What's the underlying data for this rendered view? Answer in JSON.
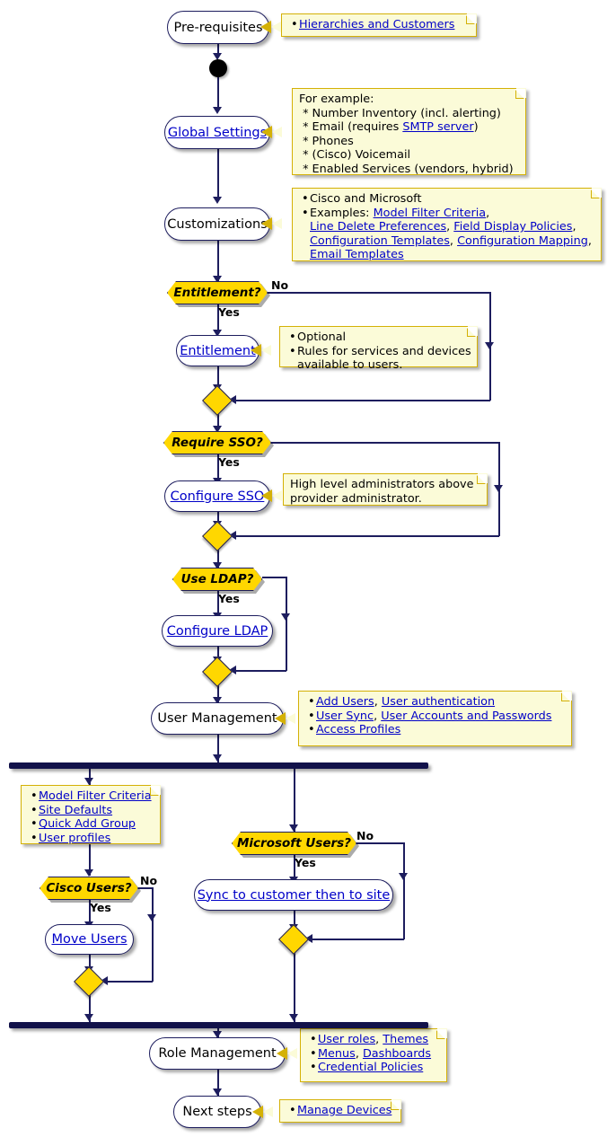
{
  "diagram": {
    "title": "Provider / Customer onboarding activity flow",
    "colors": {
      "line": "#1d1d5e",
      "decision_fill": "#ffd700",
      "note_fill": "#fbfbd8",
      "note_border": "#d4b106",
      "link_text": "#0000c8",
      "bar_fill": "#12124a",
      "node_fill": "#ffffff"
    }
  },
  "nodes": {
    "pre_requisites": "Pre-requisites",
    "global_settings": "Global Settings",
    "customizations": "Customizations",
    "entitlement": "Entitlement",
    "configure_sso": "Configure SSO",
    "configure_ldap": "Configure LDAP",
    "user_management": "User Management",
    "move_users": "Move Users",
    "sync_to_customer": "Sync to customer then to site",
    "role_management": "Role Management",
    "next_steps": "Next steps"
  },
  "decisions": {
    "entitlement_q": "Entitlement?",
    "require_sso_q": "Require SSO?",
    "use_ldap_q": "Use LDAP?",
    "cisco_users_q": "Cisco Users?",
    "microsoft_users_q": "Microsoft Users?"
  },
  "edge_labels": {
    "entitlement_no": "No",
    "entitlement_yes": "Yes",
    "sso_yes": "Yes",
    "ldap_yes": "Yes",
    "cisco_no": "No",
    "cisco_yes": "Yes",
    "microsoft_no": "No",
    "microsoft_yes": "Yes"
  },
  "notes": {
    "pre_requisites": {
      "items": [
        [
          {
            "t": "Hierarchies and Customers",
            "link": true
          }
        ]
      ]
    },
    "global_settings": {
      "lines": [
        [
          {
            "t": "For example:",
            "link": false
          }
        ],
        [
          {
            "t": " * Number Inventory (incl. alerting)",
            "link": false
          }
        ],
        [
          {
            "t": " * Email (requires ",
            "link": false
          },
          {
            "t": "SMTP server",
            "link": true
          },
          {
            "t": ")",
            "link": false
          }
        ],
        [
          {
            "t": " * Phones",
            "link": false
          }
        ],
        [
          {
            "t": " * (Cisco) Voicemail",
            "link": false
          }
        ],
        [
          {
            "t": " * Enabled Services (vendors, hybrid)",
            "link": false
          }
        ]
      ]
    },
    "customizations": {
      "items": [
        [
          {
            "t": "Cisco and Microsoft",
            "link": false
          }
        ],
        [
          {
            "t": "Examples: ",
            "link": false
          },
          {
            "t": "Model Filter Criteria",
            "link": true
          },
          {
            "t": ",",
            "link": false
          }
        ]
      ],
      "cont_lines": [
        [
          {
            "t": "Line Delete Preferences",
            "link": true
          },
          {
            "t": ", ",
            "link": false
          },
          {
            "t": "Field Display Policies",
            "link": true
          },
          {
            "t": ",",
            "link": false
          }
        ],
        [
          {
            "t": "Configuration Templates",
            "link": true
          },
          {
            "t": ", ",
            "link": false
          },
          {
            "t": "Configuration Mapping",
            "link": true
          },
          {
            "t": ",",
            "link": false
          }
        ],
        [
          {
            "t": "Email Templates",
            "link": true
          }
        ]
      ]
    },
    "entitlement": {
      "items": [
        [
          {
            "t": "Optional",
            "link": false
          }
        ],
        [
          {
            "t": "Rules for services and devices",
            "link": false
          }
        ]
      ],
      "cont_lines": [
        [
          {
            "t": "available to users.",
            "link": false
          }
        ]
      ]
    },
    "configure_sso": {
      "lines": [
        [
          {
            "t": "High level administrators above",
            "link": false
          }
        ],
        [
          {
            "t": "provider administrator.",
            "link": false
          }
        ]
      ]
    },
    "user_management": {
      "items": [
        [
          {
            "t": "Add Users",
            "link": true
          },
          {
            "t": ", ",
            "link": false
          },
          {
            "t": "User authentication",
            "link": true
          }
        ],
        [
          {
            "t": "User Sync",
            "link": true
          },
          {
            "t": ", ",
            "link": false
          },
          {
            "t": "User Accounts and Passwords",
            "link": true
          }
        ],
        [
          {
            "t": "Access Profiles",
            "link": true
          }
        ]
      ]
    },
    "left_branch": {
      "items": [
        [
          {
            "t": "Model Filter Criteria",
            "link": true
          }
        ],
        [
          {
            "t": "Site Defaults",
            "link": true
          }
        ],
        [
          {
            "t": "Quick Add Group",
            "link": true
          }
        ],
        [
          {
            "t": "User profiles",
            "link": true
          }
        ]
      ]
    },
    "role_management": {
      "items": [
        [
          {
            "t": "User roles",
            "link": true
          },
          {
            "t": ", ",
            "link": false
          },
          {
            "t": "Themes",
            "link": true
          }
        ],
        [
          {
            "t": "Menus",
            "link": true
          },
          {
            "t": ", ",
            "link": false
          },
          {
            "t": "Dashboards",
            "link": true
          }
        ],
        [
          {
            "t": "Credential Policies",
            "link": true
          }
        ]
      ]
    },
    "next_steps": {
      "items": [
        [
          {
            "t": "Manage Devices",
            "link": true
          }
        ]
      ]
    }
  }
}
